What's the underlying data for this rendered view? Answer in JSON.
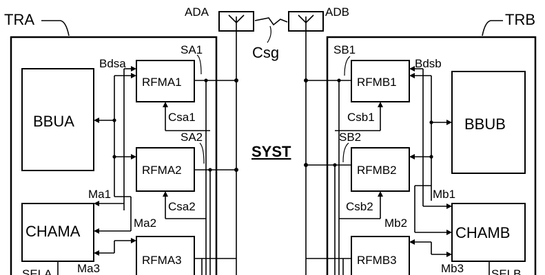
{
  "terminal_a": {
    "frame_label": "TRA",
    "antenna": "ADA",
    "baseband": "BBUA",
    "channel_manager": "CHAMA",
    "rf_modules": [
      "RFMA1",
      "RFMA2",
      "RFMA3"
    ],
    "switches": [
      "SA1",
      "SA2"
    ],
    "bus": "Bdsa",
    "controls": [
      "Csa1",
      "Csa2"
    ],
    "manager_links": [
      "Ma1",
      "Ma2",
      "Ma3"
    ],
    "cut_label": "SELA"
  },
  "terminal_b": {
    "frame_label": "TRB",
    "antenna": "ADB",
    "baseband": "BBUB",
    "channel_manager": "CHAMB",
    "rf_modules": [
      "RFMB1",
      "RFMB2",
      "RFMB3"
    ],
    "switches": [
      "SB1",
      "SB2"
    ],
    "bus": "Bdsb",
    "controls": [
      "Csb1",
      "Csb2"
    ],
    "manager_links": [
      "Mb1",
      "Mb2",
      "Mb3"
    ],
    "cut_label": "SELB"
  },
  "link_label": "Csg",
  "system_label": "SYST"
}
